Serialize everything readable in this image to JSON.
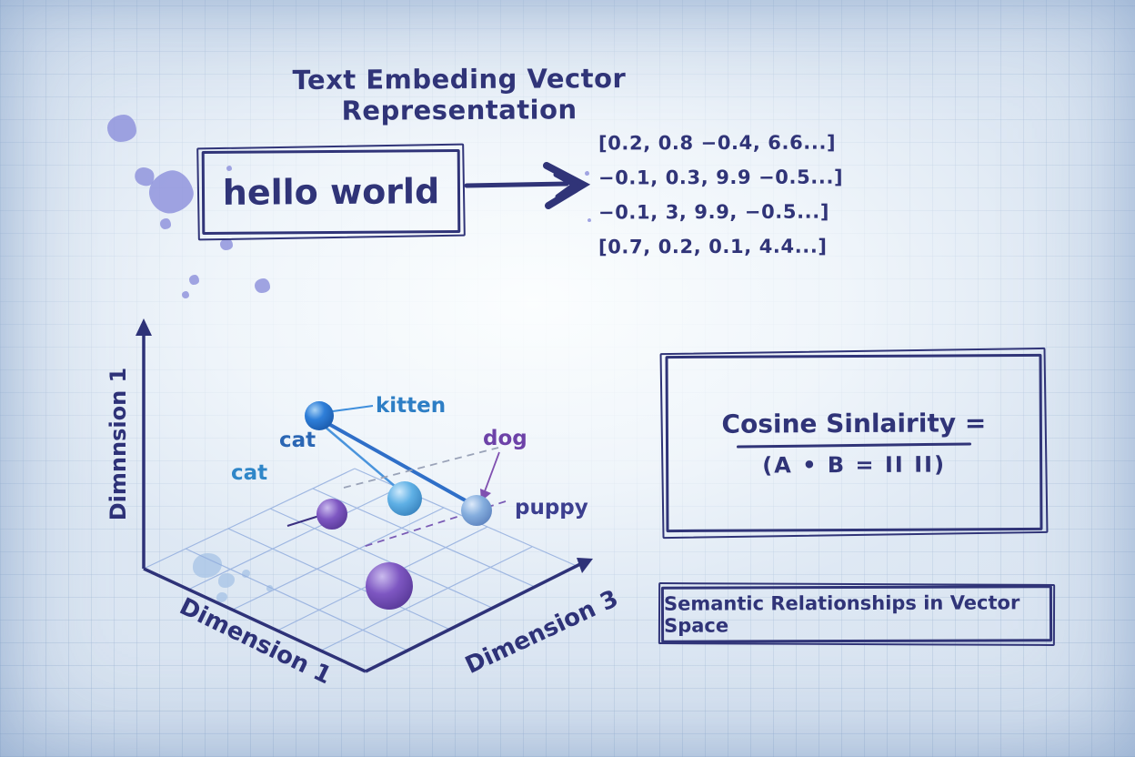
{
  "title": "Text Embeding Vector Representation",
  "input_box": {
    "text": "hello world"
  },
  "embedding": {
    "rows": [
      "[0.2, 0.8 −0.4, 6.6...]",
      "−0.1, 0.3, 9.9 −0.5...]",
      "−0.1, 3, 9.9, −0.5...]",
      "[0.7, 0.2, 0.1, 4.4...]"
    ]
  },
  "plot": {
    "y_axis_label": "Dimnnsion 1",
    "x_axis_label": "Dimension 1",
    "z_axis_label": "Dimension 3",
    "labels": {
      "kitten": "kitten",
      "cat_upper": "cat",
      "cat_lower": "cat",
      "dog": "dog",
      "puppy": "puppy"
    },
    "points": [
      {
        "name": "kitten-cat-point",
        "color": "#2f7fd9"
      },
      {
        "name": "cat-point",
        "color": "#7e57c2"
      },
      {
        "name": "middle-point",
        "color": "#5fb0e5"
      },
      {
        "name": "puppy-point",
        "color": "#85aede"
      },
      {
        "name": "dog-point",
        "color": "#7e57c2"
      }
    ]
  },
  "formula_box": {
    "numerator": "Cosine Sinlairity =",
    "denominator": "(A • B = II II)"
  },
  "caption_box": {
    "text": "Semantic Relationships in Vector Space"
  },
  "colors": {
    "ink": "#303478",
    "grid_plane": "#93aede",
    "paper_grid": "#94aece",
    "splatter_purple": "#8b8edb",
    "splatter_blue": "#a9c4e6"
  }
}
